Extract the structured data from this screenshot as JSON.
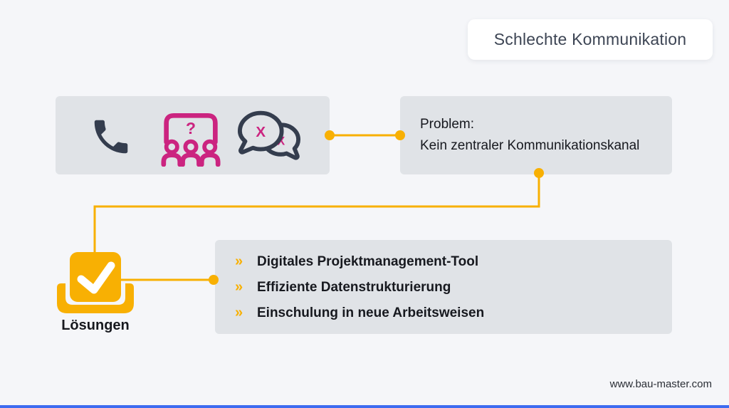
{
  "page": {
    "colors": {
      "bg": "#f5f6f9",
      "box": "#e0e3e7",
      "card": "#ffffff",
      "yellow": "#f8b003",
      "magenta": "#cb2480",
      "slate": "#343d4e",
      "text": "#17191f",
      "title_text": "#3d4554",
      "footer_text": "#2b2f36",
      "blue_bar": "#3d6bf0"
    }
  },
  "title_card": {
    "label": "Schlechte Kommunikation"
  },
  "icons_card": {
    "icons": [
      "phone-icon",
      "team-question-icon",
      "broken-communication-icon"
    ],
    "question_mark": "?",
    "x_mark": "X"
  },
  "problem_card": {
    "heading": "Problem:",
    "text": "Kein zentraler Kommunikationskanal"
  },
  "solutions": {
    "label": "Lösungen",
    "bullet": "»",
    "items": [
      "Digitales Projektmanagement-Tool",
      "Effiziente Datenstrukturierung",
      "Einschulung in neue Arbeitsweisen"
    ]
  },
  "footer": {
    "website": "www.bau-master.com"
  }
}
